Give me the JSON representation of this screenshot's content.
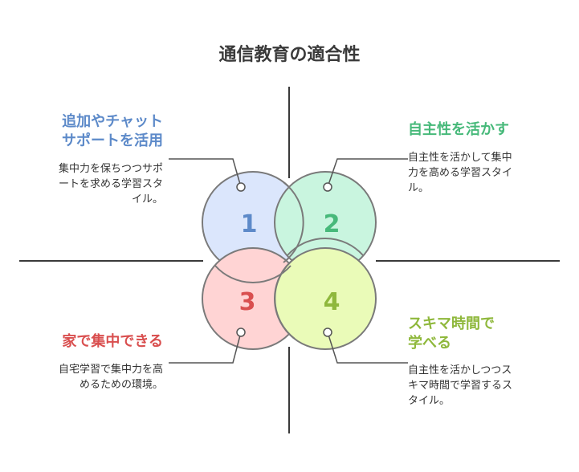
{
  "title": "通信教育の適合性",
  "colors": {
    "blue": "#5d8ac9",
    "green": "#47b97a",
    "red": "#d94f4f",
    "olive": "#8fb83c"
  },
  "quadrants": [
    {
      "number": "1",
      "heading_lines": [
        "追加やチャット",
        "サポートを活用"
      ],
      "description_lines": [
        "集中力を保ちつつサポ",
        "ートを求める学習スタ",
        "イル。"
      ]
    },
    {
      "number": "2",
      "heading_lines": [
        "自主性を活かす"
      ],
      "description_lines": [
        "自主性を活かして集中",
        "力を高める学習スタイ",
        "ル。"
      ]
    },
    {
      "number": "3",
      "heading_lines": [
        "家で集中できる"
      ],
      "description_lines": [
        "自宅学習で集中力を高",
        "めるための環境。"
      ]
    },
    {
      "number": "4",
      "heading_lines": [
        "スキマ時間で",
        "学べる"
      ],
      "description_lines": [
        "自主性を活かしつつス",
        "キマ時間で学習するス",
        "タイル。"
      ]
    }
  ]
}
